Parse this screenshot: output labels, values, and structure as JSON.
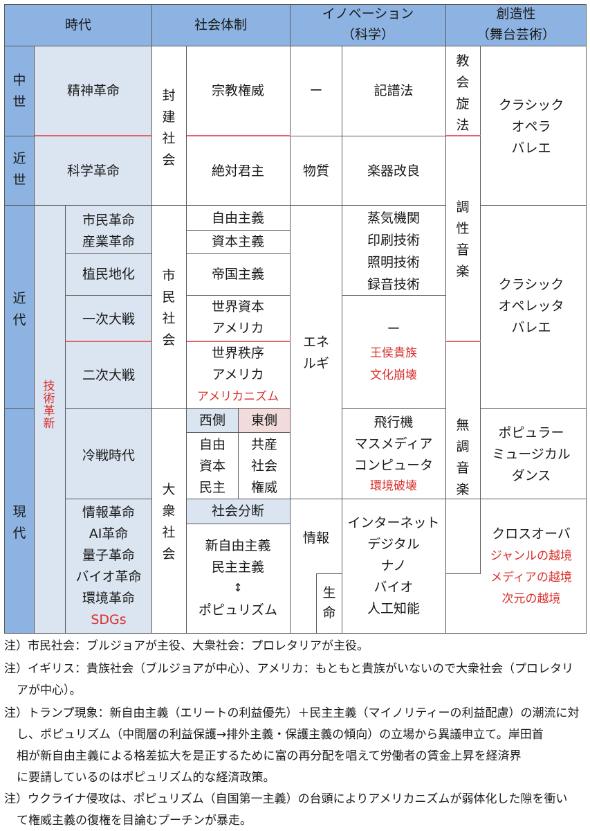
{
  "headers": {
    "era": "時代",
    "society": "社会体制",
    "innovation_l1": "イノベーション",
    "innovation_l2": "（科学）",
    "creativity_l1": "創造性",
    "creativity_l2": "（舞台芸術）"
  },
  "eras": {
    "medieval": [
      "中",
      "世"
    ],
    "early_modern": [
      "近",
      "世"
    ],
    "modern": [
      "近",
      "代"
    ],
    "contemporary": [
      "現",
      "代"
    ]
  },
  "tech_revolution": [
    "技",
    "術",
    "革",
    "新"
  ],
  "revolutions": {
    "spiritual": "精神革命",
    "scientific": "科学革命",
    "civil": "市民革命",
    "industrial": "産業革命",
    "colonization": "植民地化",
    "ww1": "一次大戦",
    "ww2": "二次大戦",
    "cold_war": "冷戦時代",
    "recent": [
      "情報革命",
      "AI革命",
      "量子革命",
      "バイオ革命",
      "環境革命"
    ],
    "sdgs": "SDGs"
  },
  "society_types": {
    "feudal": [
      "封",
      "建",
      "社",
      "会"
    ],
    "civil": [
      "市",
      "民",
      "社",
      "会"
    ],
    "mass": [
      "大",
      "衆",
      "社",
      "会"
    ]
  },
  "systems": {
    "religious": "宗教権威",
    "absolute": "絶対君主",
    "liberalism": "自由主義",
    "capitalism": "資本主義",
    "imperialism": "帝国主義",
    "world_capital": [
      "世界資本",
      "アメリカ"
    ],
    "world_order": [
      "世界秩序",
      "アメリカ"
    ],
    "americanism": "アメリカニズム",
    "west": "西側",
    "east": "東側",
    "west_values": [
      "自由",
      "資本",
      "民主"
    ],
    "east_values": [
      "共産",
      "社会",
      "権威"
    ],
    "division": "社会分断",
    "recent": [
      "新自由主義",
      "民主主義",
      "↕",
      "ポピュリズム"
    ]
  },
  "fields": {
    "none": "ー",
    "matter": "物質",
    "energy": [
      "エネ",
      "ルギ"
    ],
    "information": "情報",
    "life": [
      "生",
      "命"
    ]
  },
  "technologies": {
    "notation": "記譜法",
    "instruments": "楽器改良",
    "modern": [
      "蒸気機関",
      "印刷技術",
      "照明技術",
      "録音技術"
    ],
    "war_dash": "ー",
    "war_red": [
      "王侯貴族",
      "文化崩壊"
    ],
    "cold": [
      "飛行機",
      "マスメディア",
      "コンピュータ"
    ],
    "env_destruction": "環境破壊",
    "recent": [
      "インターネット",
      "デジタル",
      "ナノ",
      "バイオ",
      "人工知能"
    ]
  },
  "music": {
    "church": [
      "教",
      "会",
      "旋",
      "法"
    ],
    "tonal": [
      "調",
      "性",
      "音",
      "楽"
    ],
    "atonal": [
      "無",
      "調",
      "音",
      "楽"
    ]
  },
  "arts": {
    "classic1": [
      "クラシック",
      "オペラ",
      "バレエ"
    ],
    "classic2": [
      "クラシック",
      "オペレッタ",
      "バレエ"
    ],
    "popular": [
      "ポピュラー",
      "ミュージカル",
      "ダンス"
    ],
    "crossover": "クロスオーバ",
    "crossover_red": [
      "ジャンルの越境",
      "メディアの越境",
      "次元の越境"
    ]
  },
  "notes": [
    "注）市民社会：ブルジョアが主役、大衆社会：プロレタリアが主役。",
    "注）イギリス：貴族社会（ブルジョアが中心）、アメリカ：もともと貴族がいないので大衆社会（プロレタリ",
    "アが中心）。",
    "注）トランプ現象：新自由主義（エリートの利益優先）＋民主主義（マイノリティーの利益配慮）の潮流に対",
    "し、ポピュリズム（中間層の利益保護→排外主義・保護主義の傾向）の立場から異議申立て。岸田首",
    "相が新自由主義による格差拡大を是正するために富の再分配を唱えて労働者の賃金上昇を経済界",
    "に要請しているのはポピュリズム的な経済政策。",
    "注）ウクライナ侵攻は、ポピュリズム（自国第一主義）の台頭によりアメリカニズムが弱体化した隙を衝い",
    "て権威主義の復権を目論むプーチンが暴走。"
  ],
  "colors": {
    "header_bg": "#8db3e2",
    "label_bg": "#dbe5f1",
    "east_bg": "#f2dcdb",
    "accent_red": "#d9302c",
    "divider_red": "#e0646a"
  }
}
